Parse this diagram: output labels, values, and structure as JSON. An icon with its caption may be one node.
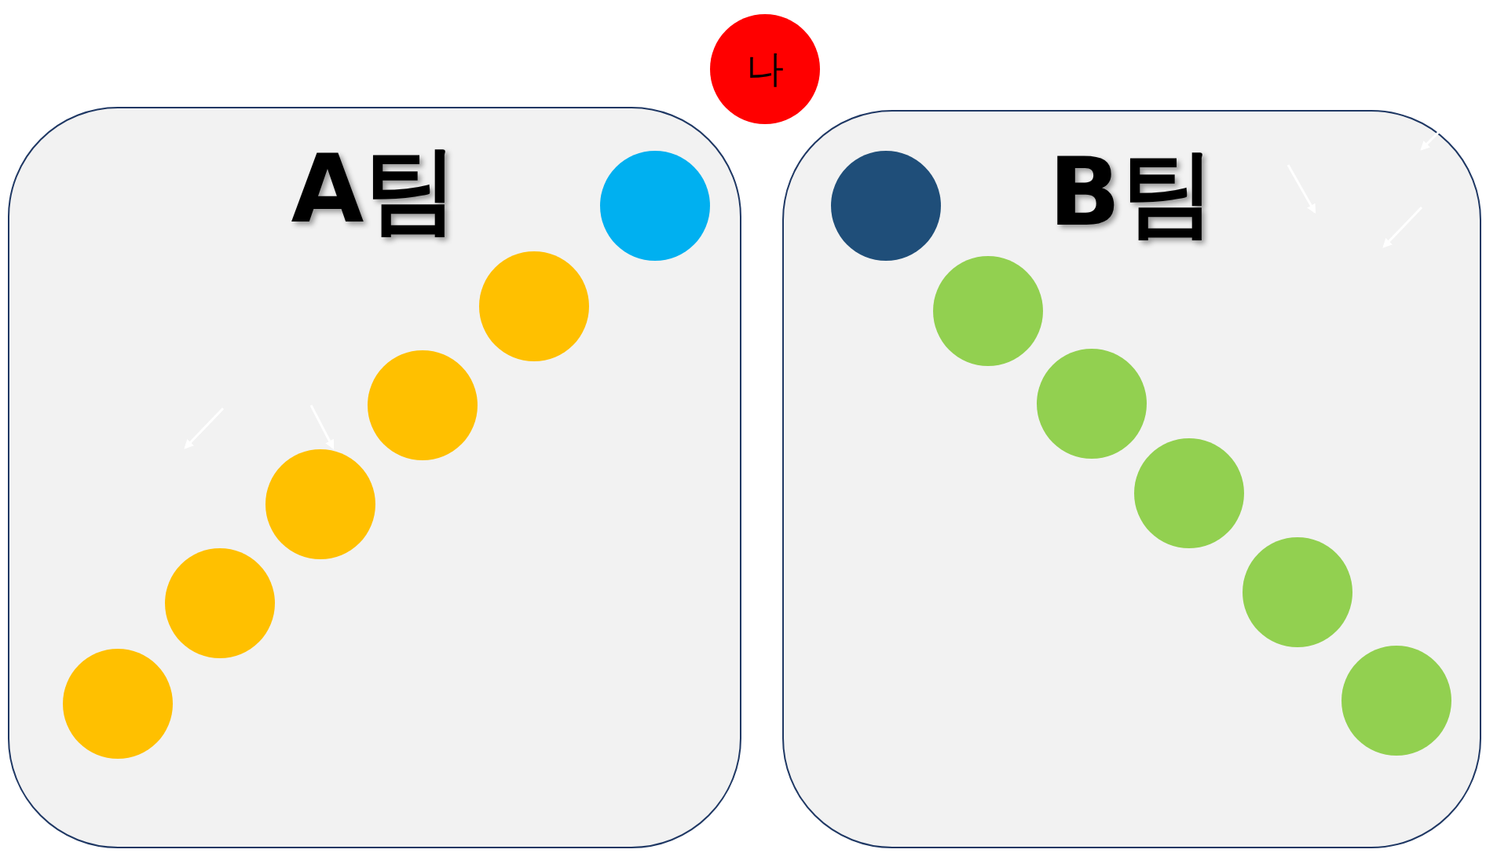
{
  "diagram": {
    "nodes": [
      {
        "text": [
          "나"
        ]
      },
      {
        "text": [
          "A팀"
        ]
      },
      {
        "text": [],
        "shape": "circle",
        "in": 1
      },
      {
        "text": [],
        "shape": "circle",
        "in": 1
      },
      {
        "text": [],
        "shape": "circle",
        "in": 1
      },
      {
        "text": [],
        "shape": "circle",
        "in": 1
      },
      {
        "text": [],
        "shape": "circle",
        "in": 1
      },
      {
        "text": [],
        "shape": "circle",
        "in": 1
      },
      {
        "text": [
          "B팀"
        ]
      },
      {
        "text": [],
        "shape": "circle",
        "in": 8
      },
      {
        "text": [],
        "shape": "circle",
        "in": 8
      },
      {
        "text": [],
        "shape": "circle",
        "in": 8
      },
      {
        "text": [],
        "shape": "circle",
        "in": 8
      },
      {
        "text": [],
        "shape": "circle",
        "in": 8
      },
      {
        "text": [],
        "shape": "circle",
        "in": 8
      }
    ]
  }
}
